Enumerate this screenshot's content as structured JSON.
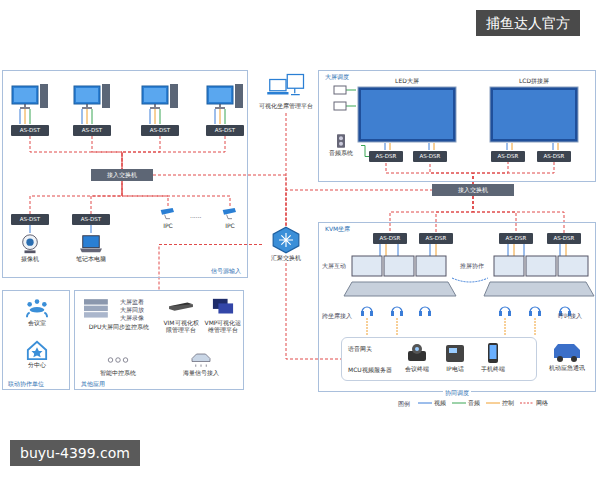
{
  "diagram": {
    "nodes": [
      {
        "text": [
          "信号源输入"
        ]
      },
      {
        "text": [
          "AS-DST"
        ],
        "in": 0
      },
      {
        "text": [
          "AS-DST"
        ],
        "in": 0
      },
      {
        "text": [
          "AS-DST"
        ],
        "in": 0
      },
      {
        "text": [
          "AS-DST"
        ],
        "in": 0
      },
      {
        "text": [
          "接入交换机"
        ],
        "in": 0
      },
      {
        "text": [
          "AS-DST"
        ],
        "in": 0
      },
      {
        "text": [
          "摄像机"
        ],
        "in": 0
      },
      {
        "text": [
          "AS-DST"
        ],
        "in": 0
      },
      {
        "text": [
          "笔记本电脑"
        ],
        "in": 0
      },
      {
        "text": [
          "IPC"
        ],
        "in": 0
      },
      {
        "text": [
          "IPC"
        ],
        "in": 0
      },
      {
        "text": [
          "大屏调度"
        ]
      },
      {
        "text": [
          "LED大屏"
        ],
        "in": 12
      },
      {
        "text": [
          "LCD拼接屏"
        ],
        "in": 12
      },
      {
        "text": [
          "AS-DSR"
        ],
        "in": 12
      },
      {
        "text": [
          "AS-DSR"
        ],
        "in": 12
      },
      {
        "text": [
          "AS-DSR"
        ],
        "in": 12
      },
      {
        "text": [
          "AS-DSR"
        ],
        "in": 12
      },
      {
        "text": [
          "音频系统"
        ],
        "in": 12
      },
      {
        "text": [
          "接入交换机"
        ]
      },
      {
        "text": [
          "汇聚交换机"
        ]
      },
      {
        "text": [
          "可视化坐席管理平台"
        ]
      },
      {
        "text": [
          "KVM坐席",
          "协同调度"
        ]
      },
      {
        "text": [
          "AS-DSR"
        ],
        "in": 23
      },
      {
        "text": [
          "AS-DSR"
        ],
        "in": 23
      },
      {
        "text": [
          "AS-DSR"
        ],
        "in": 23
      },
      {
        "text": [
          "AS-DSR"
        ],
        "in": 23
      },
      {
        "text": [
          "语音网关",
          "MCU视频服务器"
        ],
        "in": 23
      },
      {
        "text": [
          "会议终端"
        ],
        "in": 28
      },
      {
        "text": [
          "IP电话"
        ],
        "in": 28
      },
      {
        "text": [
          "手机终端"
        ],
        "in": 28
      },
      {
        "text": [
          "机动应急通讯"
        ],
        "in": 23
      },
      {
        "text": [
          "联动协作单位"
        ]
      },
      {
        "text": [
          "会议室"
        ],
        "in": 33
      },
      {
        "text": [
          "分中心"
        ],
        "in": 33
      },
      {
        "text": [
          "其他应用"
        ]
      },
      {
        "text": [
          "DPU大屏同步监控系统"
        ],
        "in": 36
      },
      {
        "text": [
          "VIM可视化权限管理平台"
        ],
        "in": 36
      },
      {
        "text": [
          "VMP可视化运维管理平台"
        ],
        "in": 36
      },
      {
        "text": [
          "智能中控系统"
        ],
        "in": 36
      },
      {
        "text": [
          "海量信号接入"
        ],
        "in": 36
      }
    ],
    "edges": [
      {
        "from": 1,
        "to": 5,
        "arrow": "none"
      },
      {
        "from": 2,
        "to": 5,
        "arrow": "none"
      },
      {
        "from": 3,
        "to": 5,
        "arrow": "none"
      },
      {
        "from": 4,
        "to": 5,
        "arrow": "none"
      },
      {
        "from": 6,
        "to": 5,
        "arrow": "none"
      },
      {
        "from": 8,
        "to": 5,
        "arrow": "none"
      },
      {
        "from": 10,
        "to": 5,
        "arrow": "none"
      },
      {
        "from": 11,
        "to": 5,
        "arrow": "none"
      },
      {
        "from": 6,
        "to": 7,
        "arrow": "none"
      },
      {
        "from": 8,
        "to": 9,
        "arrow": "none"
      },
      {
        "from": 5,
        "to": 21,
        "arrow": "none"
      },
      {
        "from": 21,
        "to": 22,
        "arrow": "none"
      },
      {
        "from": 21,
        "to": 20,
        "arrow": "none"
      },
      {
        "from": 20,
        "to": 15,
        "arrow": "none"
      },
      {
        "from": 20,
        "to": 16,
        "arrow": "none"
      },
      {
        "from": 20,
        "to": 17,
        "arrow": "none"
      },
      {
        "from": 20,
        "to": 18,
        "arrow": "none"
      },
      {
        "from": 20,
        "to": 24,
        "arrow": "none"
      },
      {
        "from": 20,
        "to": 25,
        "arrow": "none"
      },
      {
        "from": 20,
        "to": 26,
        "arrow": "none"
      },
      {
        "from": 20,
        "to": 27,
        "arrow": "none"
      },
      {
        "from": 19,
        "to": 15,
        "arrow": "none"
      },
      {
        "from": 21,
        "to": 28,
        "arrow": "none"
      },
      {
        "from": 21,
        "to": 36,
        "arrow": "none"
      }
    ],
    "labels": [
      "......",
      "大屏互动",
      "推屏协作",
      "跨坐席接入",
      "呼叫接入",
      "大屏监看",
      "大屏回放",
      "大屏录像",
      "图例",
      "捕鱼达人官方",
      "buyu-4399.com"
    ],
    "legend": [
      {
        "text": "视频"
      },
      {
        "text": "音频"
      },
      {
        "text": "控制"
      },
      {
        "text": "网络"
      }
    ]
  }
}
